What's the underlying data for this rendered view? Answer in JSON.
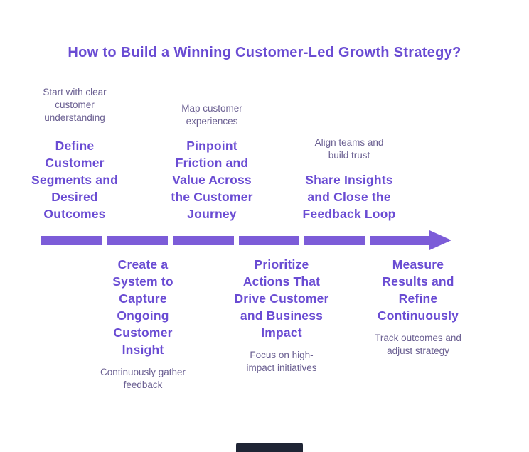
{
  "colors": {
    "background": "#ffffff",
    "accent": "#6a4cd3",
    "muted": "#6b6092",
    "arrow": "#7c5cd8",
    "footer_bar": "#1f2535"
  },
  "title": "How to Build a Winning Customer-Led Growth Strategy?",
  "diagram": {
    "type": "horizontal-timeline",
    "arrow": {
      "segments": 6,
      "direction": "right"
    },
    "top_steps": [
      {
        "caption": "Start with clear\ncustomer\nunderstanding",
        "title": "Define\nCustomer\nSegments and\nDesired\nOutcomes"
      },
      {
        "caption": "Map customer\nexperiences",
        "title": "Pinpoint\nFriction and\nValue Across\nthe Customer\nJourney"
      },
      {
        "caption": "Align teams and\nbuild trust",
        "title": "Share Insights\nand Close the\nFeedback Loop"
      }
    ],
    "bottom_steps": [
      {
        "title": "Create a\nSystem to\nCapture\nOngoing\nCustomer\nInsight",
        "caption": "Continuously gather\nfeedback"
      },
      {
        "title": "Prioritize\nActions That\nDrive Customer\nand Business\nImpact",
        "caption": "Focus on high-\nimpact initiatives"
      },
      {
        "title": "Measure\nResults and\nRefine\nContinuously",
        "caption": "Track outcomes and\nadjust strategy"
      }
    ]
  }
}
